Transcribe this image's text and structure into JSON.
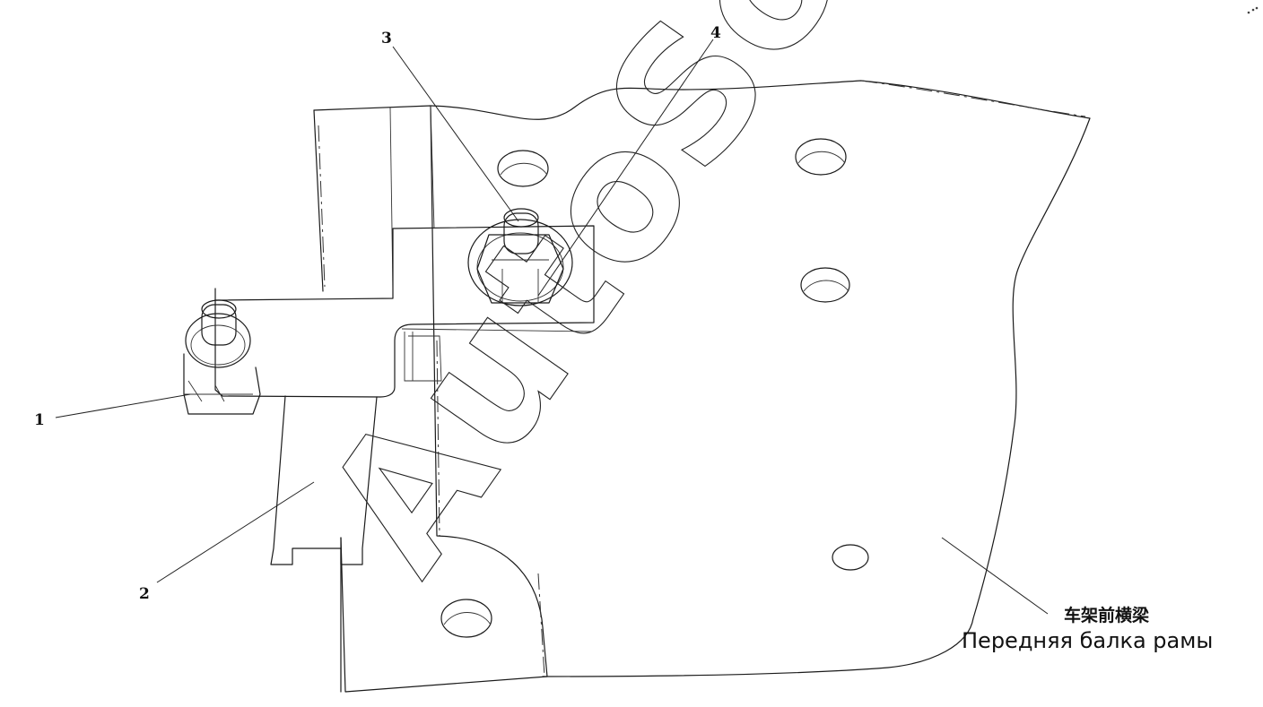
{
  "callouts": {
    "c1": "1",
    "c2": "2",
    "c3": "3",
    "c4": "4"
  },
  "labels": {
    "part_cn": "车架前横梁",
    "part_ru": "Передняя балка рамы"
  },
  "watermark": "AutoSoft"
}
